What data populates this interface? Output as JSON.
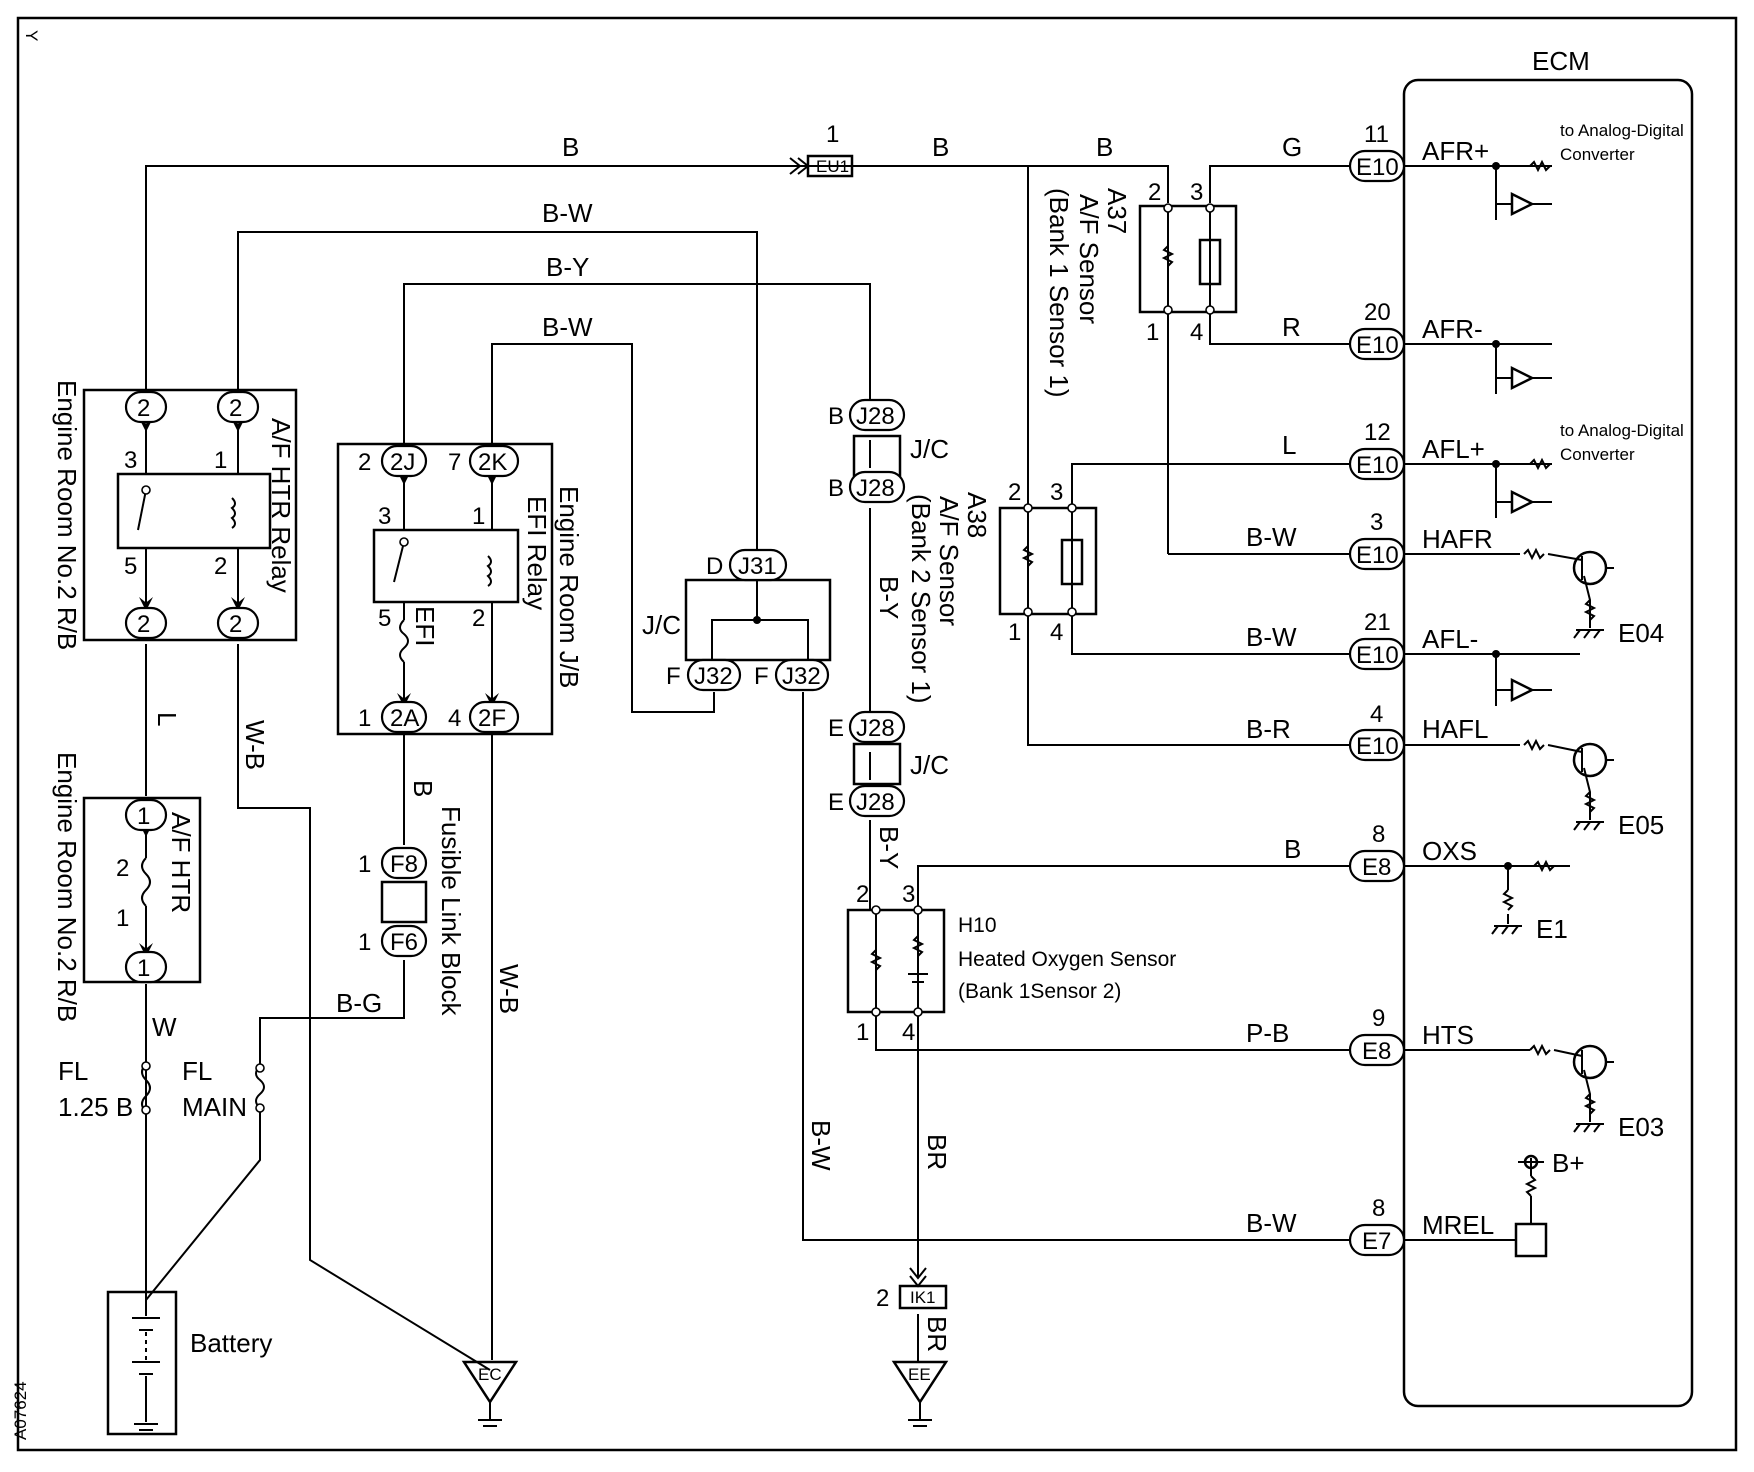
{
  "corner_mark": "Y",
  "figure_code": "A07624",
  "wires": {
    "b_top_left": "B",
    "b_top_mid": "B",
    "b_top_right": "B",
    "bw_1": "B-W",
    "by_1": "B-Y",
    "bw_2": "B-W",
    "l": "L",
    "wb_1": "W-B",
    "w": "W",
    "b_efi": "B",
    "bg": "B-G",
    "wb_2": "W-B",
    "bw_j32": "B-W",
    "br_1": "BR",
    "br_2": "BR",
    "by_2": "B-Y",
    "by_3": "B-Y",
    "g": "G",
    "r": "R",
    "l_ecm": "L",
    "bw_hafr": "B-W",
    "bw_afl": "B-W",
    "br_hafl": "B-R",
    "b_oxs": "B",
    "pb": "P-B",
    "bw_mrel": "B-W"
  },
  "components": {
    "htr_relay": {
      "name": "A/F HTR Relay",
      "pins": [
        "3",
        "1",
        "5",
        "2"
      ],
      "conn": [
        "2",
        "2",
        "2",
        "2"
      ]
    },
    "rb_label_1": "Engine Room No.2 R/B",
    "af_htr": {
      "name": "A/F HTR",
      "pins": [
        "2",
        "1"
      ],
      "conn": [
        "1",
        "1"
      ]
    },
    "rb_label_2": "Engine Room No.2 R/B",
    "fl_125": {
      "name": "FL",
      "value": "1.25 B"
    },
    "fl_main": {
      "name": "FL",
      "value": "MAIN"
    },
    "battery": "Battery",
    "efi_relay": {
      "name": "EFI Relay",
      "pins": [
        "3",
        "1",
        "5",
        "2"
      ]
    },
    "efi_fuse": "EFI",
    "jb_label": "Engine Room J/B",
    "jb_conn": {
      "p1": "2",
      "c1": "2J",
      "p2": "7",
      "c2": "2K",
      "p3": "1",
      "c3": "2A",
      "p4": "4",
      "c4": "2F"
    },
    "fusible": {
      "name": "Fusible Link Block",
      "p1": "1",
      "c1": "F8",
      "p2": "1",
      "c2": "F6"
    },
    "jc_j31": {
      "pin": "D",
      "conn": "J31",
      "name": "J/C"
    },
    "j32_a": {
      "pin": "F",
      "conn": "J32"
    },
    "j32_b": {
      "pin": "F",
      "conn": "J32"
    },
    "j28_top": {
      "a_pin": "B",
      "a_conn": "J28",
      "b_pin": "B",
      "b_conn": "J28",
      "name": "J/C"
    },
    "j28_bot": {
      "a_pin": "E",
      "a_conn": "J28",
      "b_pin": "E",
      "b_conn": "J28",
      "name": "J/C"
    },
    "eu1": {
      "pin": "1",
      "conn": "EU1"
    },
    "ik1": {
      "pin": "2",
      "conn": "IK1"
    },
    "ground_ec": "EC",
    "ground_ee": "EE",
    "a37": {
      "code": "A37",
      "name": "A/F Sensor",
      "sub": "(Bank 1 Sensor 1)",
      "pins": [
        "2",
        "3",
        "1",
        "4"
      ]
    },
    "a38": {
      "code": "A38",
      "name": "A/F Sensor",
      "sub": "(Bank 2 Sensor 1)",
      "pins": [
        "2",
        "3",
        "1",
        "4"
      ]
    },
    "h10": {
      "code": "H10",
      "name": "Heated Oxygen Sensor",
      "sub": "(Bank 1Sensor 2)",
      "pins": [
        "2",
        "3",
        "1",
        "4"
      ]
    }
  },
  "ecm": {
    "title": "ECM",
    "adc_1": [
      "to Analog-Digital",
      "Converter"
    ],
    "adc_2": [
      "to Analog-Digital",
      "Converter"
    ],
    "terminals": [
      {
        "pin": "11",
        "conn": "E10",
        "name": "AFR+"
      },
      {
        "pin": "20",
        "conn": "E10",
        "name": "AFR-"
      },
      {
        "pin": "12",
        "conn": "E10",
        "name": "AFL+"
      },
      {
        "pin": "3",
        "conn": "E10",
        "name": "HAFR"
      },
      {
        "pin": "21",
        "conn": "E10",
        "name": "AFL-"
      },
      {
        "pin": "4",
        "conn": "E10",
        "name": "HAFL"
      },
      {
        "pin": "8",
        "conn": "E8",
        "name": "OXS"
      },
      {
        "pin": "9",
        "conn": "E8",
        "name": "HTS"
      },
      {
        "pin": "8",
        "conn": "E7",
        "name": "MREL"
      }
    ],
    "grounds": {
      "e04": "E04",
      "e05": "E05",
      "e1": "E1",
      "e03": "E03"
    },
    "bplus": "B+"
  }
}
